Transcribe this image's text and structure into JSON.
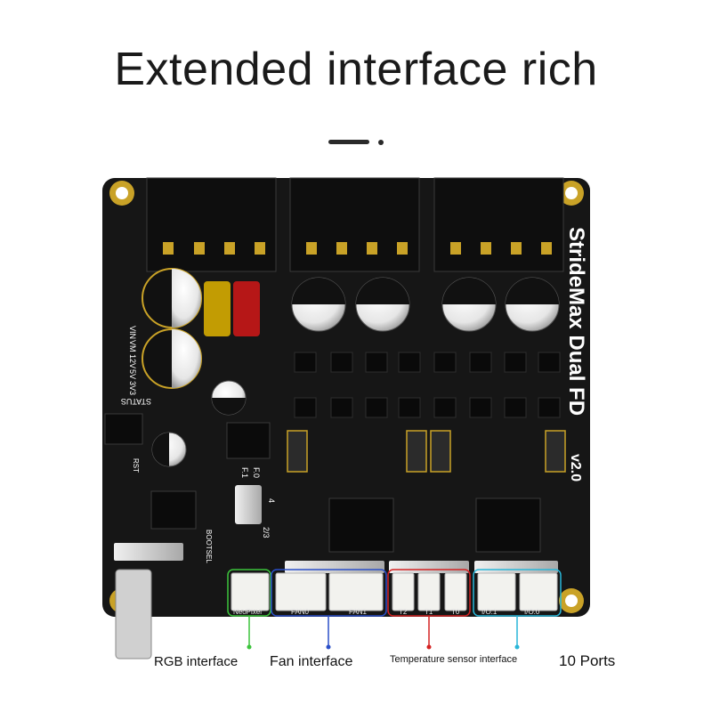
{
  "header": {
    "title": "Extended interface rich"
  },
  "board": {
    "name": "StrideMax Dual FD",
    "version": "v2.0",
    "silk": {
      "vin": "VIN",
      "vm": "VM",
      "v12": "12V",
      "v5": "5V",
      "v33": "3V3",
      "status": "STATUS",
      "rst": "RST",
      "bootsel": "BOOTSEL",
      "f0": "F.0",
      "f1": "F.1",
      "f23": "2/3",
      "four": "4",
      "neopixel": "NeoPixel",
      "fan0": "FAN0",
      "fan1": "FAN1",
      "t2": "T2",
      "t1": "T1",
      "t0": "T0",
      "io1": "I/O.1",
      "io0": "I/O.0"
    },
    "colors": {
      "pcb": "#161616",
      "gold": "#c9a227",
      "rgb_group": "#3cc43c",
      "fan_group": "#2a4fc8",
      "temp_group": "#d42222",
      "io_group": "#29b6d8"
    }
  },
  "callouts": {
    "rgb": "RGB interface",
    "fan": "Fan interface",
    "temp": "Temperature sensor interface",
    "ports": "10 Ports"
  }
}
